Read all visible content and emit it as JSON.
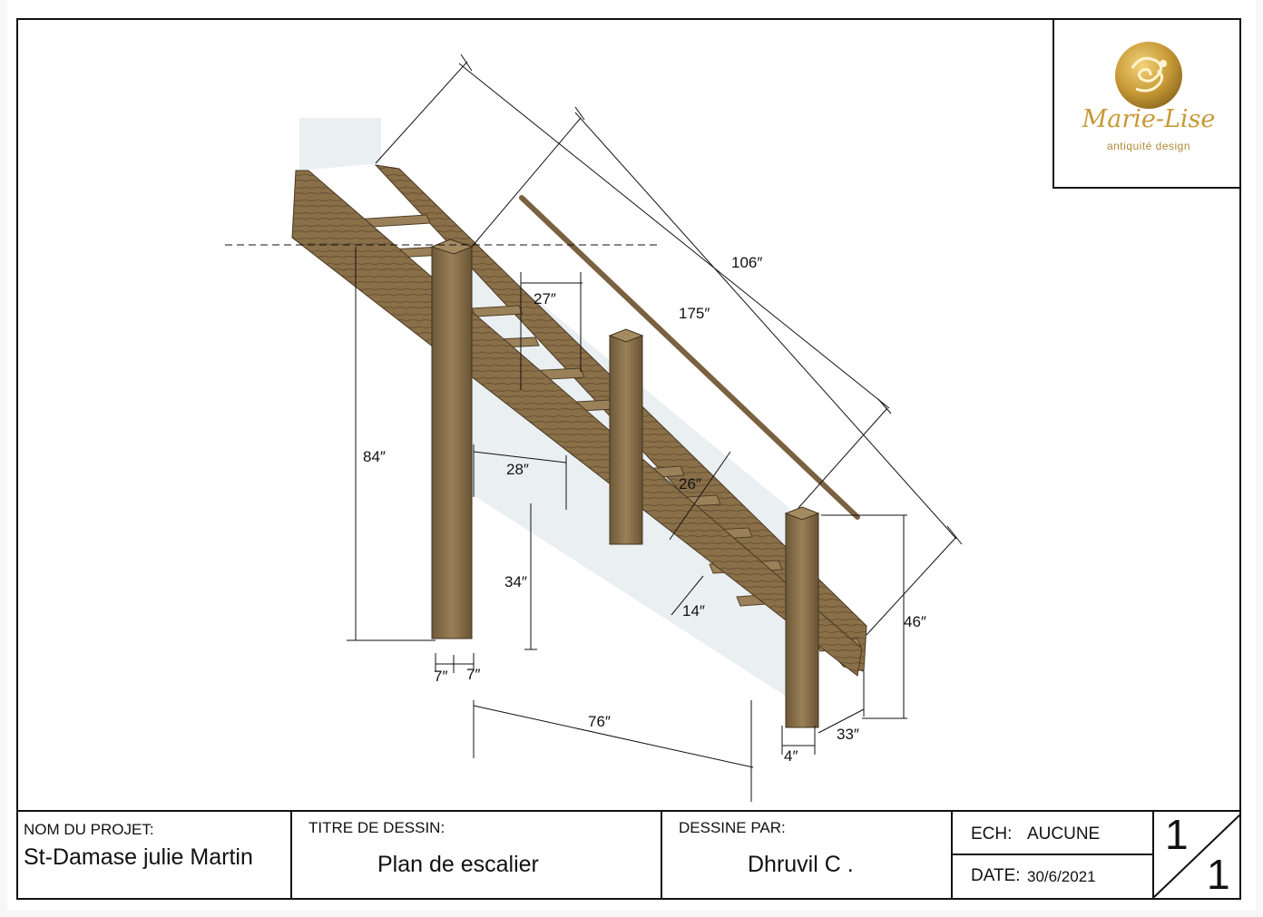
{
  "logo": {
    "name": "Marie-Lise",
    "tagline": "antiquité design",
    "gold": "#c79a37"
  },
  "dimensions": {
    "d106": "106″",
    "d175": "175″",
    "d27": "27″",
    "d84": "84″",
    "d28": "28″",
    "d26": "26″",
    "d34": "34″",
    "d14": "14″",
    "d46": "46″",
    "d7a": "7″",
    "d7b": "7″",
    "d76": "76″",
    "d33": "33″",
    "d4": "4″"
  },
  "title_block": {
    "project_label": "NOM DU PROJET:",
    "project_value": "St-Damase julie Martin",
    "drawing_label": "TITRE DE DESSIN:",
    "drawing_value": "Plan de escalier",
    "drawn_by_label": "DESSINE PAR:",
    "drawn_by_value": "Dhruvil C .",
    "scale_label": "ECH:",
    "scale_value": "AUCUNE",
    "date_label": "DATE:",
    "date_value": "30/6/2021",
    "sheet_number": "1",
    "sheet_total": "1"
  },
  "colors": {
    "wood": "#8a7049",
    "wood_dark": "#5e4a30",
    "glass": "#dfe6ea"
  }
}
